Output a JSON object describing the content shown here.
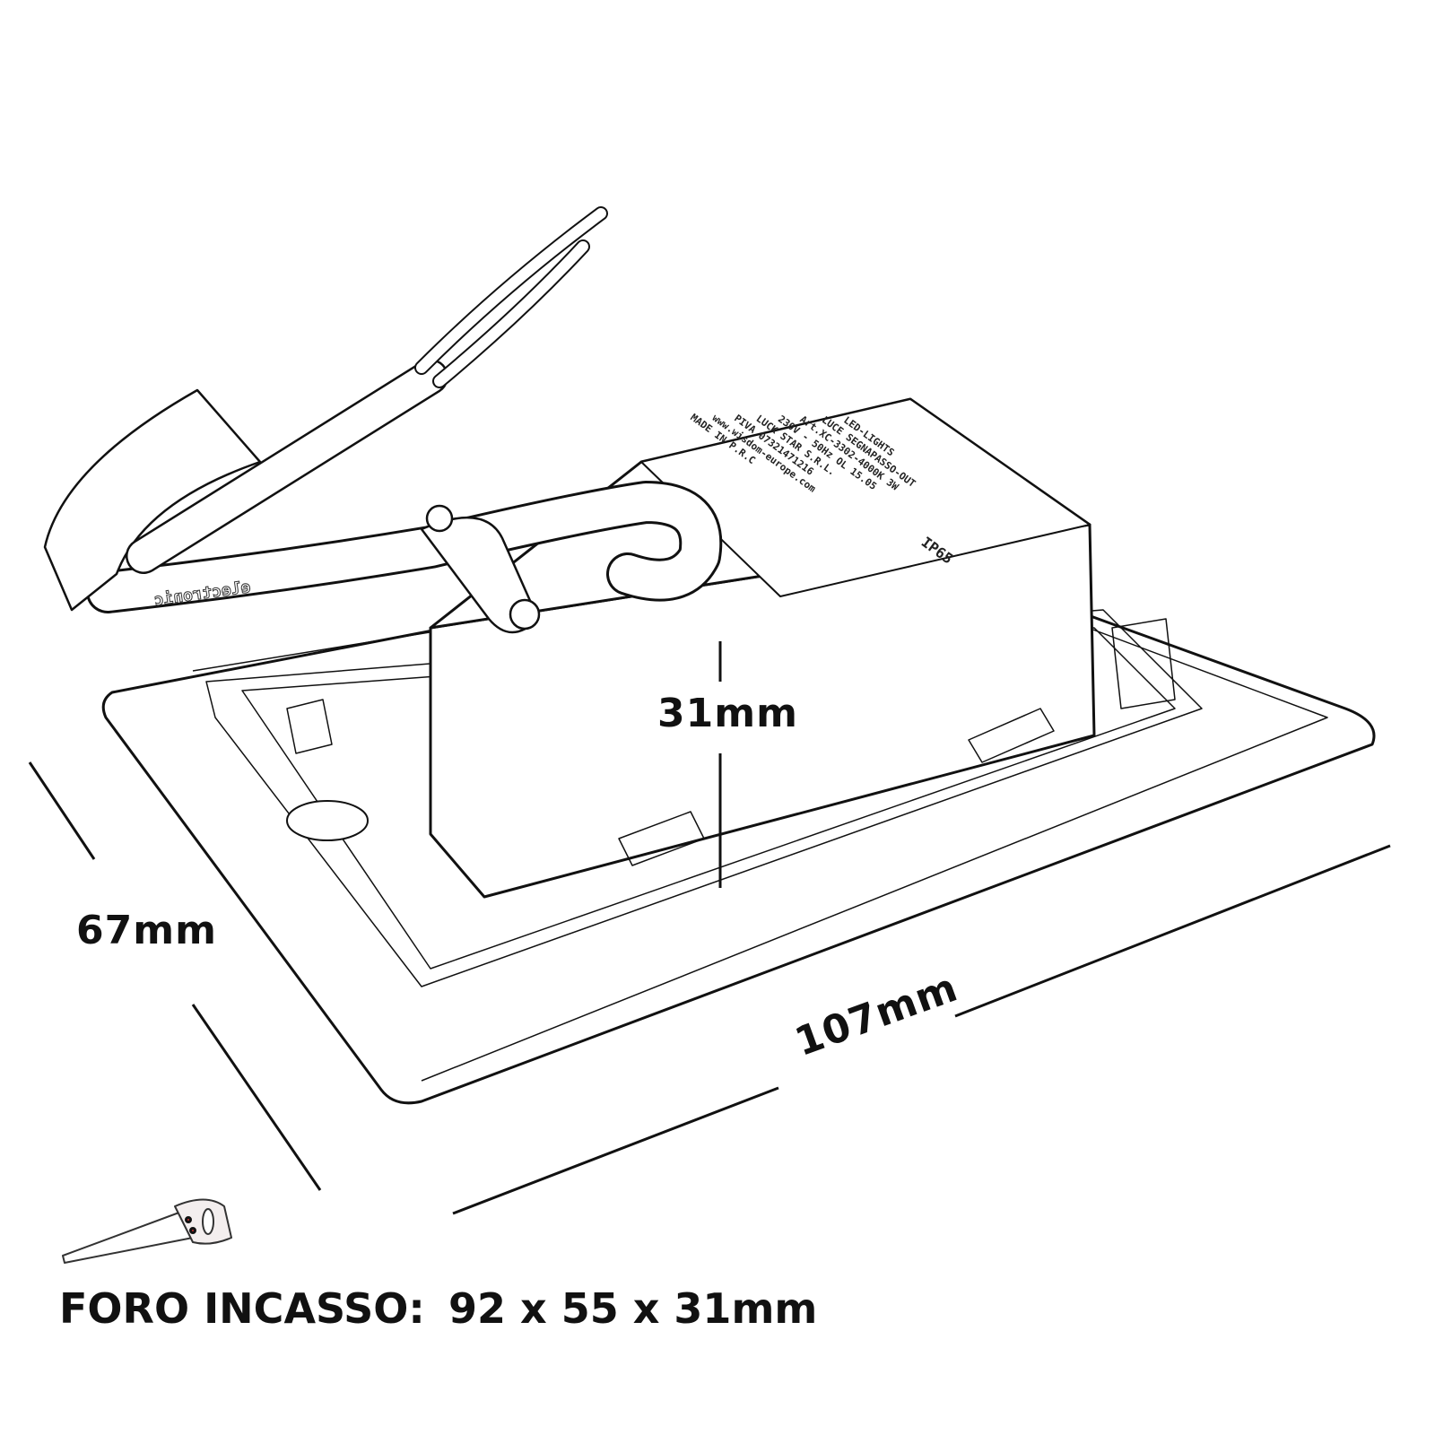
{
  "dimensions": {
    "height": "31mm",
    "depth": "67mm",
    "width": "107mm"
  },
  "cutout": {
    "label": "FORO INCASSO:",
    "value": "92 x 55 x 31mm"
  },
  "product_label": {
    "lines": [
      "LED-LIGHTS",
      "LUCE SEGNAPASSO-OUT",
      "Art.XC-3302-4000K 3W",
      "230V - 50Hz  OL 15.05",
      "LUCK STAR S.R.L.",
      "PIVA 07321471216",
      "www.wisdom-europe.com",
      "MADE IN P.R.C"
    ],
    "rating": "IP65"
  },
  "cable_print": "electronic"
}
